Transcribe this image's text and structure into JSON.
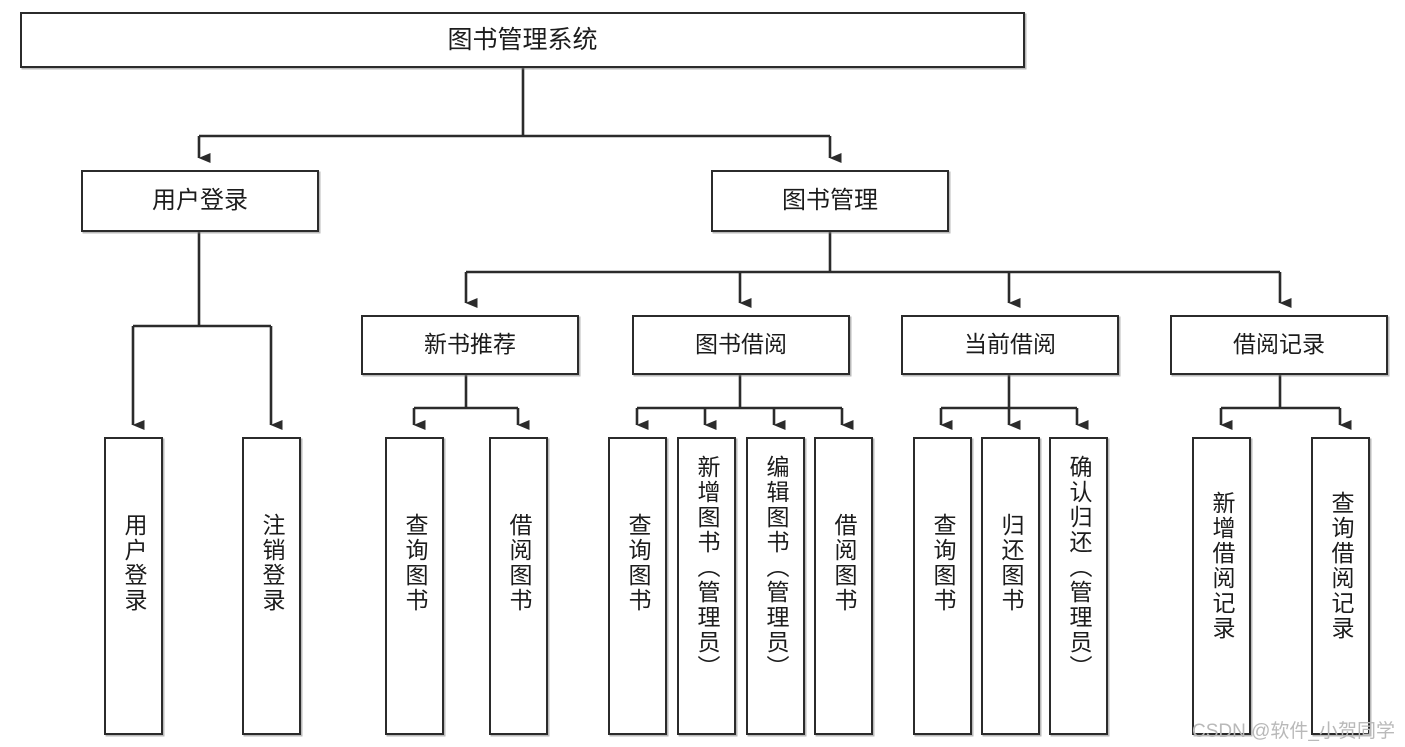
{
  "diagram": {
    "type": "tree-hierarchy",
    "title": "图书管理系统",
    "watermark": "CSDN @软件_小贺同学",
    "colors": {
      "box_stroke": "#2b2b2b",
      "box_fill": "#ffffff",
      "edge": "#2b2b2b",
      "text": "#1c1c1c",
      "watermark": "#b9b9b9"
    },
    "levels": {
      "root": {
        "label": "图书管理系统"
      },
      "level2": [
        {
          "id": "user-login",
          "label": "用户登录"
        },
        {
          "id": "book-management",
          "label": "图书管理"
        }
      ],
      "level3": [
        {
          "id": "new-book-recommend",
          "label": "新书推荐"
        },
        {
          "id": "book-borrow",
          "label": "图书借阅"
        },
        {
          "id": "current-borrow",
          "label": "当前借阅"
        },
        {
          "id": "borrow-record",
          "label": "借阅记录"
        }
      ],
      "leaves": {
        "user-login": [
          {
            "id": "leaf-user-login",
            "label": "用户登录"
          },
          {
            "id": "leaf-user-logout",
            "label": "注销登录"
          }
        ],
        "new-book-recommend": [
          {
            "id": "leaf-query-book-1",
            "label": "查询图书"
          },
          {
            "id": "leaf-borrow-book-1",
            "label": "借阅图书"
          }
        ],
        "book-borrow": [
          {
            "id": "leaf-query-book-2",
            "label": "查询图书"
          },
          {
            "id": "leaf-add-book",
            "label": "新增图书（管理员）"
          },
          {
            "id": "leaf-edit-book",
            "label": "编辑图书（管理员）"
          },
          {
            "id": "leaf-borrow-book-2",
            "label": "借阅图书"
          }
        ],
        "current-borrow": [
          {
            "id": "leaf-query-book-3",
            "label": "查询图书"
          },
          {
            "id": "leaf-return-book",
            "label": "归还图书"
          },
          {
            "id": "leaf-confirm-return",
            "label": "确认归还（管理员）"
          }
        ],
        "borrow-record": [
          {
            "id": "leaf-add-record",
            "label": "新增借阅记录"
          },
          {
            "id": "leaf-query-record",
            "label": "查询借阅记录"
          }
        ]
      }
    }
  }
}
